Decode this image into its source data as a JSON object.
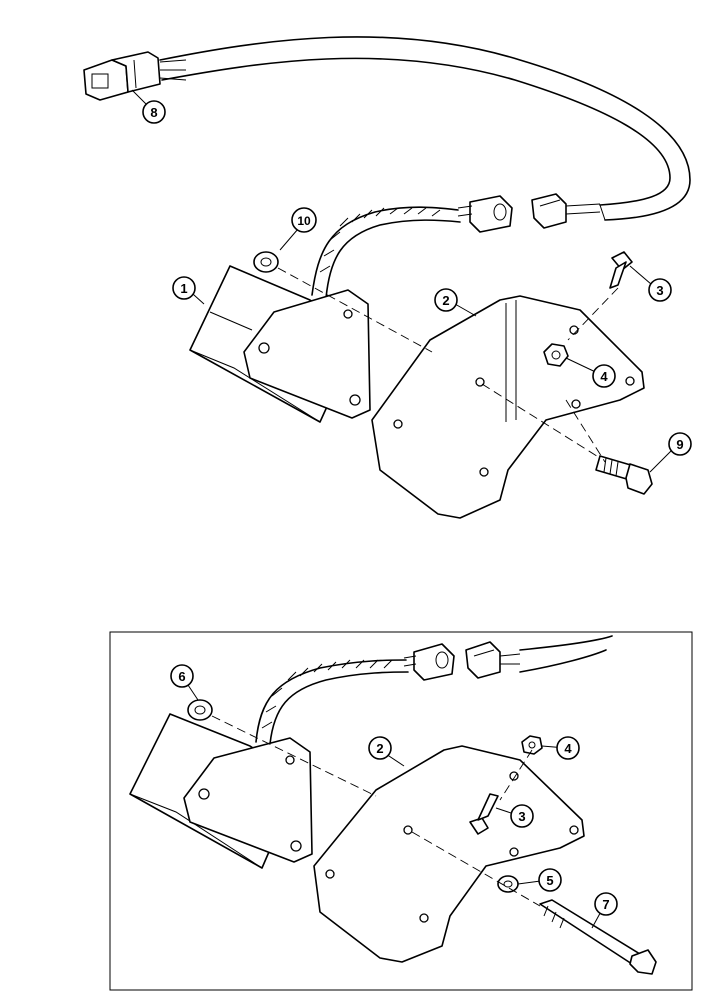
{
  "top_view": {
    "callouts": [
      {
        "id": "c8",
        "text": "8"
      },
      {
        "id": "c10",
        "text": "10"
      },
      {
        "id": "c1",
        "text": "1"
      },
      {
        "id": "c2",
        "text": "2"
      },
      {
        "id": "c3",
        "text": "3"
      },
      {
        "id": "c4",
        "text": "4"
      },
      {
        "id": "c9",
        "text": "9"
      }
    ]
  },
  "inset_view": {
    "callouts": [
      {
        "id": "c6",
        "text": "6"
      },
      {
        "id": "c2",
        "text": "2"
      },
      {
        "id": "c4",
        "text": "4"
      },
      {
        "id": "c3",
        "text": "3"
      },
      {
        "id": "c5",
        "text": "5"
      },
      {
        "id": "c7",
        "text": "7"
      }
    ]
  }
}
